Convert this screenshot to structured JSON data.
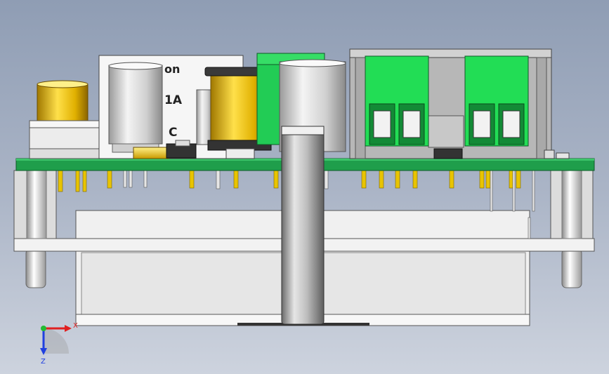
{
  "model": {
    "label_text_1": "on",
    "label_text_2": "1A",
    "label_text_3": "C"
  },
  "triad": {
    "x_label": "X",
    "z_label": "Z"
  },
  "colors": {
    "pcb": "#1f9e4b",
    "terminal": "#22dd55",
    "pin": "#e8c400",
    "inductor": "#e0b000",
    "metal": "#cfcfcf",
    "housing": "#ededed"
  }
}
